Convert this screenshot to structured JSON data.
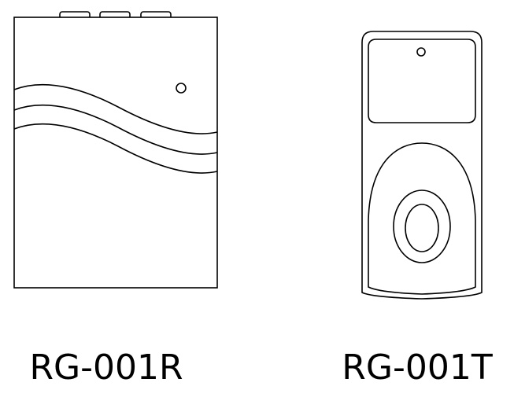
{
  "devices": [
    {
      "id": "receiver",
      "model": "RG-001R",
      "icon": "receiver-box-drawing"
    },
    {
      "id": "transmitter",
      "model": "RG-001T",
      "icon": "transmitter-remote-drawing"
    }
  ],
  "colors": {
    "stroke": "#000000",
    "background": "#ffffff"
  }
}
